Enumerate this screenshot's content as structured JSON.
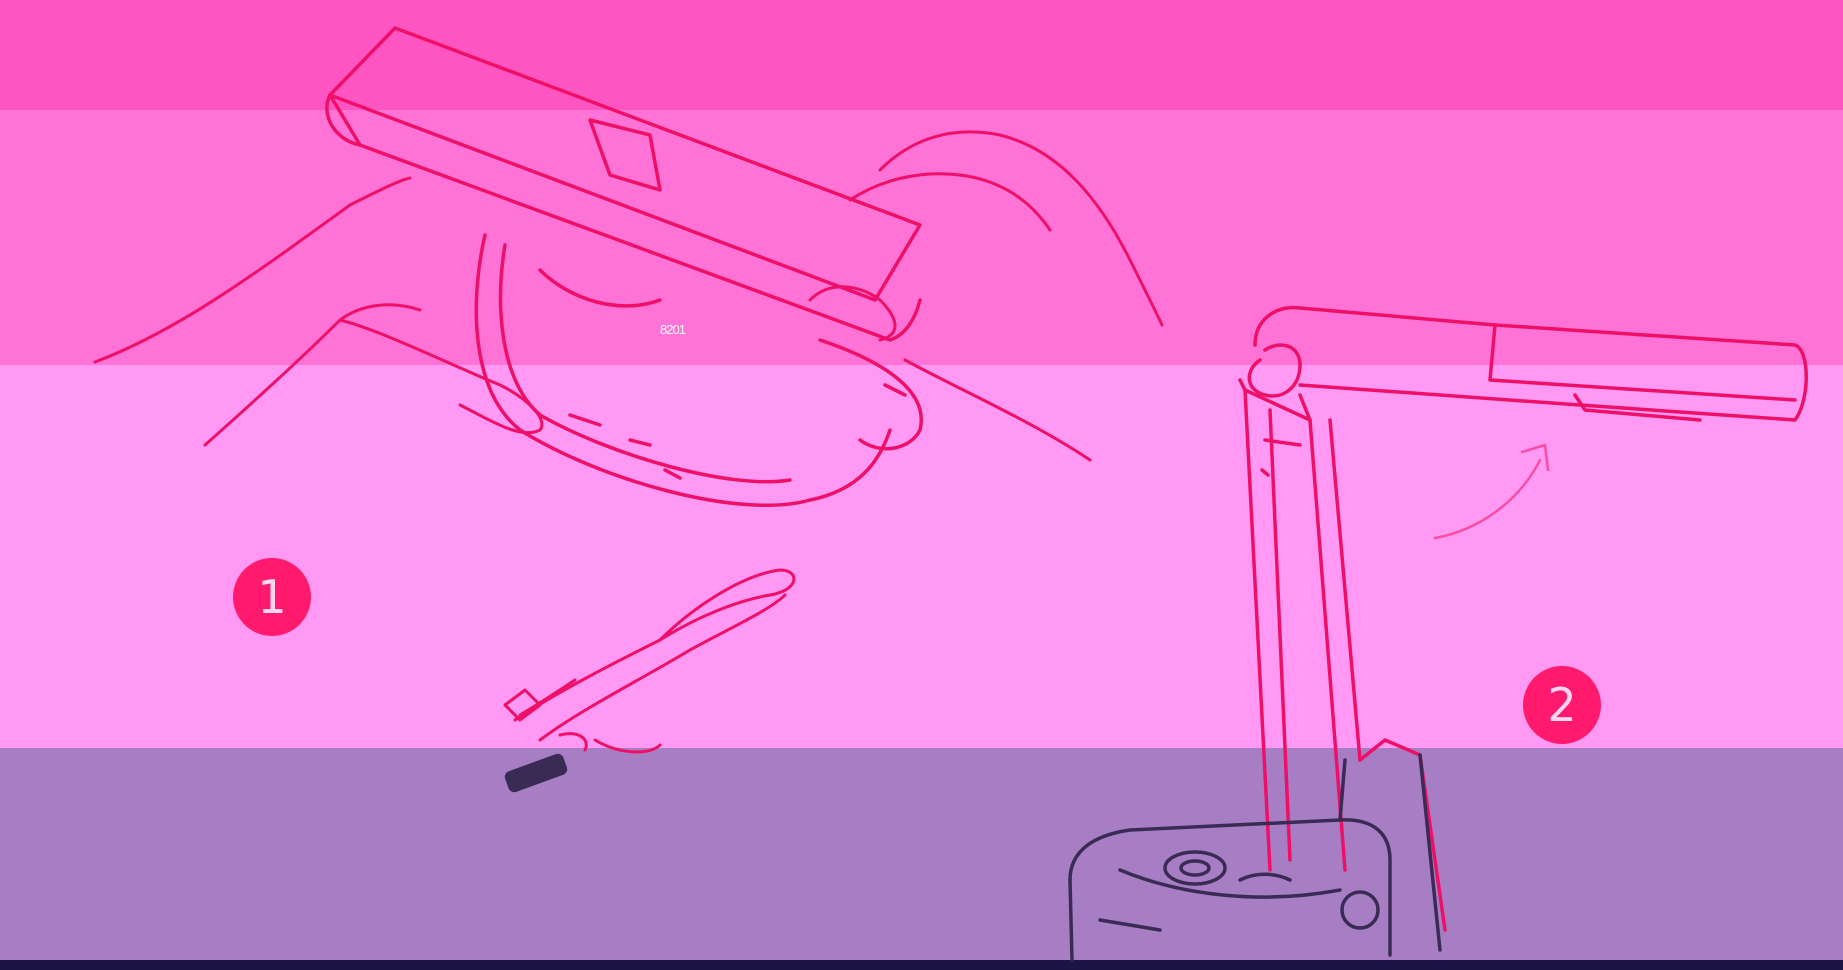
{
  "colors": {
    "band_top": "#ff55c2",
    "band_upper": "#ff72d6",
    "band_middle": "#ff99f4",
    "band_lower": "#a77ec4",
    "band_bottom": "#1c1442",
    "line_art": "#ee1068",
    "line_art_dark": "#3a2b55",
    "badge_fill": "#ff1a6e"
  },
  "steps": [
    {
      "number": "1"
    },
    {
      "number": "2"
    }
  ],
  "device": {
    "port_label": "8201"
  },
  "icons": {
    "document_camera_folded": "document-camera-folded-icon",
    "hands": "hands-icon",
    "usb_cable": "usb-cable-icon",
    "document_camera_open": "document-camera-open-icon",
    "unfold_arrow": "curved-arrow-icon"
  }
}
